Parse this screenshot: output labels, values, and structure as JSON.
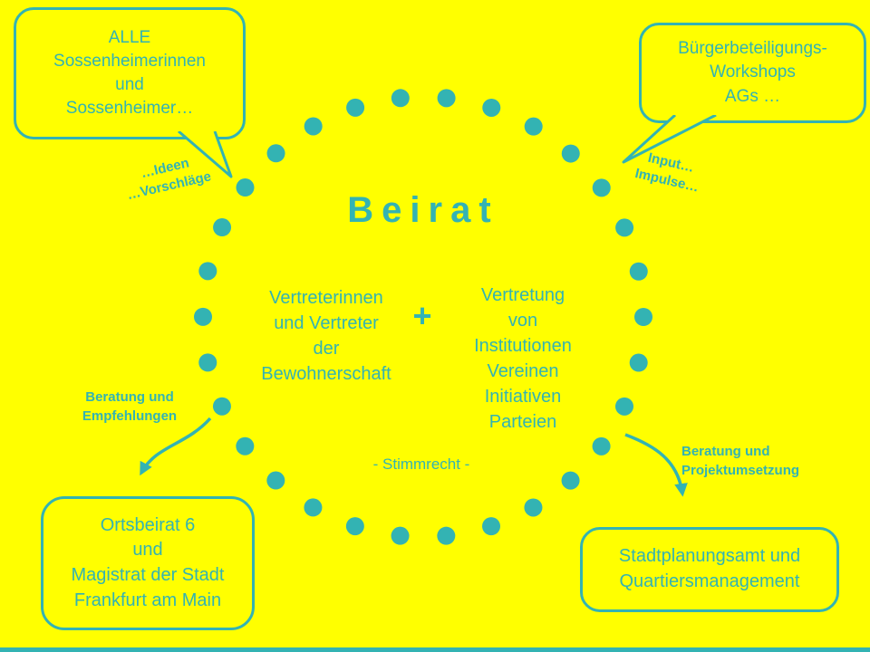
{
  "colors": {
    "background": "#FFFF00",
    "accent": "#33B3B3"
  },
  "circle": {
    "title": "Beirat",
    "members_left": "Vertreterinnen\nund Vertreter\nder\nBewohnerschaft",
    "plus": "+",
    "members_right": "Vertretung\nvon\nInstitutionen\nVereinen\nInitiativen\nParteien",
    "voting_note": "- Stimmrecht -"
  },
  "bubbles": {
    "top_left": "ALLE\nSossenheimerinnen\nund\nSossenheimer…",
    "top_right": "Bürgerbeteiligungs-\nWorkshops\nAGs …"
  },
  "boxes": {
    "bottom_left": "Ortsbeirat 6\nund\nMagistrat der Stadt\nFrankfurt am Main",
    "bottom_right": "Stadtplanungsamt und\nQuartiersmanagement"
  },
  "labels": {
    "ideas": "…Ideen\n…Vorschläge",
    "input": "Input…\nImpulse…",
    "left_flow": "Beratung und\nEmpfehlungen",
    "right_flow": "Beratung und\nProjektumsetzung"
  }
}
